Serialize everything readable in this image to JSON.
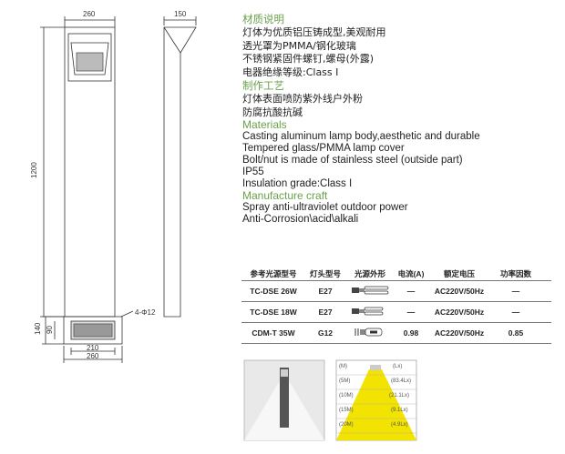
{
  "drawing": {
    "front_width_label": "260",
    "side_width_label": "150",
    "height_label": "1200",
    "hole_label": "4-Φ12",
    "plan_inner_label": "210",
    "plan_outer_label": "260",
    "plan_depth_label": "140",
    "plan_inner_depth_label": "90"
  },
  "spec": {
    "zh_heading_materials": "材质说明",
    "zh_lines": [
      "灯体为优质铝压铸成型,美观耐用",
      "透光罩为PMMA/钢化玻璃",
      "不锈钢紧固件螺钉,螺母(外露)",
      "电器绝缘等级:Class  I"
    ],
    "zh_heading_craft": "制作工艺",
    "zh_craft_lines": [
      "灯体表面喷防紫外线户外粉",
      "防腐抗酸抗碱"
    ],
    "en_heading_materials": "Materials",
    "en_lines": [
      "Casting aluminum lamp body,aesthetic and durable",
      "Tempered glass/PMMA lamp cover",
      "Bolt/nut is made of stainless steel (outside part)",
      "IP55",
      "Insulation grade:Class I"
    ],
    "en_heading_craft": "Manufacture craft",
    "en_craft_lines": [
      "Spray anti-ultraviolet outdoor power",
      "Anti-Corrosion\\acid\\alkali"
    ]
  },
  "table": {
    "headers": [
      "参考光源型号",
      "灯头型号",
      "光源外形",
      "电流(A)",
      "额定电压",
      "功率因数"
    ],
    "rows": [
      {
        "model": "TC-DSE 26W",
        "base": "E27",
        "current": "—",
        "voltage": "AC220V/50Hz",
        "pf": "—"
      },
      {
        "model": "TC-DSE 18W",
        "base": "E27",
        "current": "—",
        "voltage": "AC220V/50Hz",
        "pf": "—"
      },
      {
        "model": "CDM-T 35W",
        "base": "G12",
        "current": "0.98",
        "voltage": "AC220V/50Hz",
        "pf": "0.85"
      }
    ]
  },
  "lux": {
    "rows": [
      {
        "dist": "(M)",
        "lux": "(Lx)"
      },
      {
        "dist": "(5M)",
        "lux": "(83.4Lx)"
      },
      {
        "dist": "(10M)",
        "lux": "(21.1Lx)"
      },
      {
        "dist": "(15M)",
        "lux": "(9.1Lx)"
      },
      {
        "dist": "(20M)",
        "lux": "(4.9Lx)"
      }
    ]
  },
  "colors": {
    "heading_green": "#6aa14a",
    "lux_yellow": "#f2e300"
  }
}
